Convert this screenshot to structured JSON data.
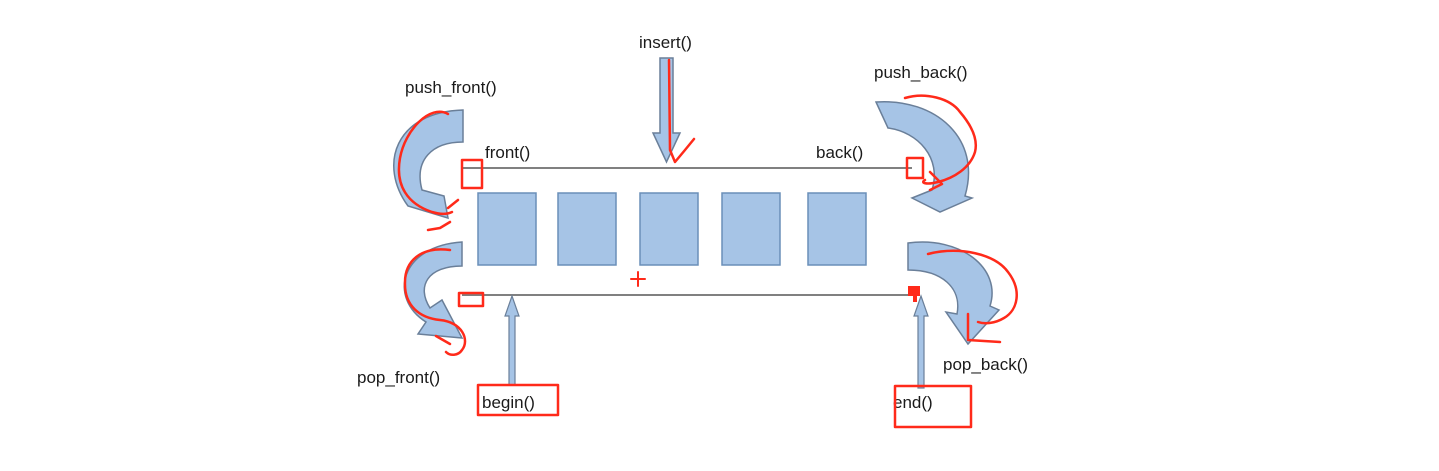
{
  "labels": {
    "insert": "insert()",
    "push_front": "push_front()",
    "push_back": "push_back()",
    "front": "front()",
    "back": "back()",
    "pop_front": "pop_front()",
    "pop_back": "pop_back()",
    "begin": "begin()",
    "end": "end()",
    "plus": "+"
  },
  "elements": {
    "count": 5
  },
  "colors": {
    "element_fill": "#a6c4e6",
    "element_stroke": "#6a8fb8",
    "arrow_fill": "#a6c4e6",
    "arrow_stroke": "#6a7f99",
    "line": "#808080",
    "annotation": "#ff2a1a"
  }
}
